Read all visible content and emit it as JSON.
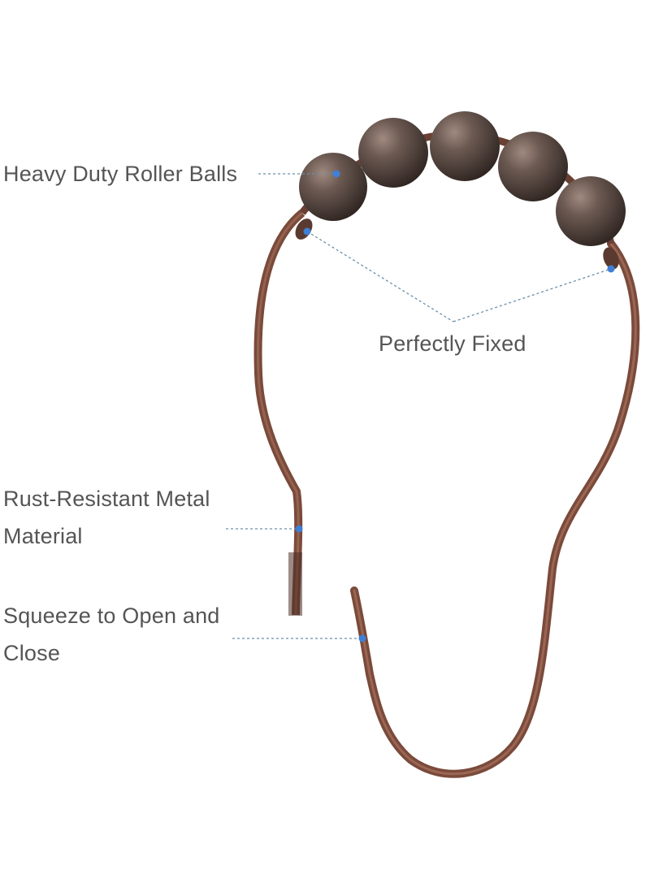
{
  "labels": {
    "roller_balls": "Heavy Duty Roller Balls",
    "fixed": "Perfectly Fixed",
    "rust_line1": "Rust-Resistant Metal",
    "rust_line2": "Material",
    "squeeze_line1": "Squeeze to Open and",
    "squeeze_line2": "Close"
  },
  "colors": {
    "background": "#ffffff",
    "label_text": "#555555",
    "leader_line": "#6a8fa8",
    "marker_dot": "#3f7fd6",
    "hook_metal": "#7a4a3a",
    "ball_metal": "#5a4a44"
  }
}
